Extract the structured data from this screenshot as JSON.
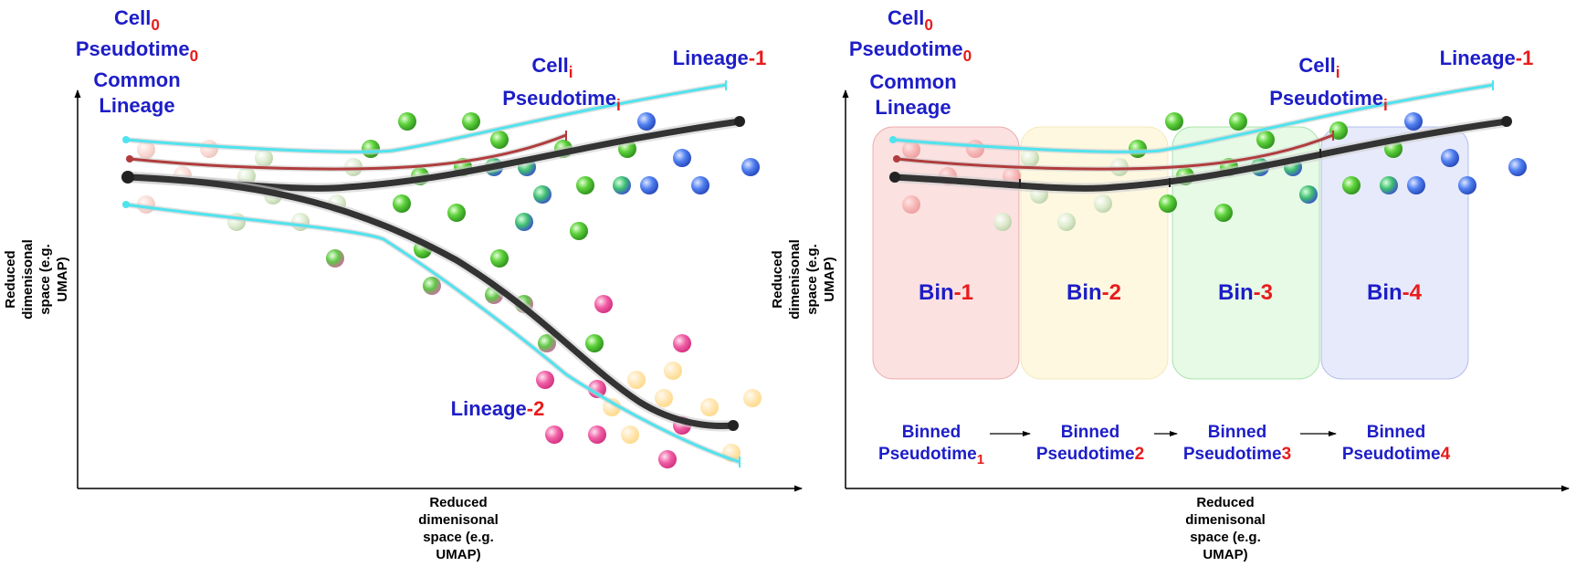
{
  "left_panel": {
    "start_labels": {
      "cell": "Cell",
      "cell_index": "0",
      "pseudotime": "Pseudotime",
      "pseudotime_index": "0",
      "common1": "Common",
      "common2": "Lineage"
    },
    "mid_labels": {
      "cell": "Cell",
      "cell_index": "i",
      "pseudotime": "Pseudotime",
      "pseudotime_index": "i"
    },
    "lineage1": {
      "prefix": "Lineage",
      "suffix": "-1"
    },
    "lineage2": {
      "prefix": "Lineage",
      "suffix": "-2"
    },
    "x_axis_label": [
      "Reduced",
      "dimenisonal",
      "space (e.g.",
      "UMAP)"
    ],
    "y_axis_label": [
      "Reduced",
      "dimenisonal",
      "space (e.g.",
      "UMAP)"
    ]
  },
  "right_panel": {
    "start_labels": {
      "cell": "Cell",
      "cell_index": "0",
      "pseudotime": "Pseudotime",
      "pseudotime_index": "0",
      "common1": "Common",
      "common2": "Lineage"
    },
    "mid_labels": {
      "cell": "Cell",
      "cell_index": "i",
      "pseudotime": "Pseudotime",
      "pseudotime_index": "i"
    },
    "lineage1": {
      "prefix": "Lineage",
      "suffix": "-1"
    },
    "bins": [
      {
        "prefix": "Bin",
        "suffix": "-1",
        "color": "#f7a8a8"
      },
      {
        "prefix": "Bin",
        "suffix": "-2",
        "color": "#fdf3c8"
      },
      {
        "prefix": "Bin",
        "suffix": "-3",
        "color": "#c8f5c8"
      },
      {
        "prefix": "Bin",
        "suffix": "-4",
        "color": "#cfd6f5"
      }
    ],
    "binned_pseudotimes": [
      {
        "line1": "Binned",
        "line2": "Pseudotime",
        "index": "1"
      },
      {
        "line1": "Binned",
        "line2": "Pseudotime",
        "index": "2"
      },
      {
        "line1": "Binned",
        "line2": "Pseudotime",
        "index": "3"
      },
      {
        "line1": "Binned",
        "line2": "Pseudotime",
        "index": "4"
      }
    ],
    "x_axis_label": [
      "Reduced",
      "dimenisonal",
      "space (e.g.",
      "UMAP)"
    ],
    "y_axis_label": [
      "Reduced",
      "dimenisonal",
      "space (e.g.",
      "UMAP)"
    ]
  },
  "colors": {
    "label_blue": "#1d1dc8",
    "label_red": "#e81c1c",
    "cyan": "#4fe3ee",
    "brown": "#b13c3c",
    "trajectory": "#333333",
    "green_cell": "#3fbf2a",
    "blue_cell": "#3b64e6",
    "pink_cell": "#f0509a",
    "peach_cell": "#ffd98a"
  }
}
